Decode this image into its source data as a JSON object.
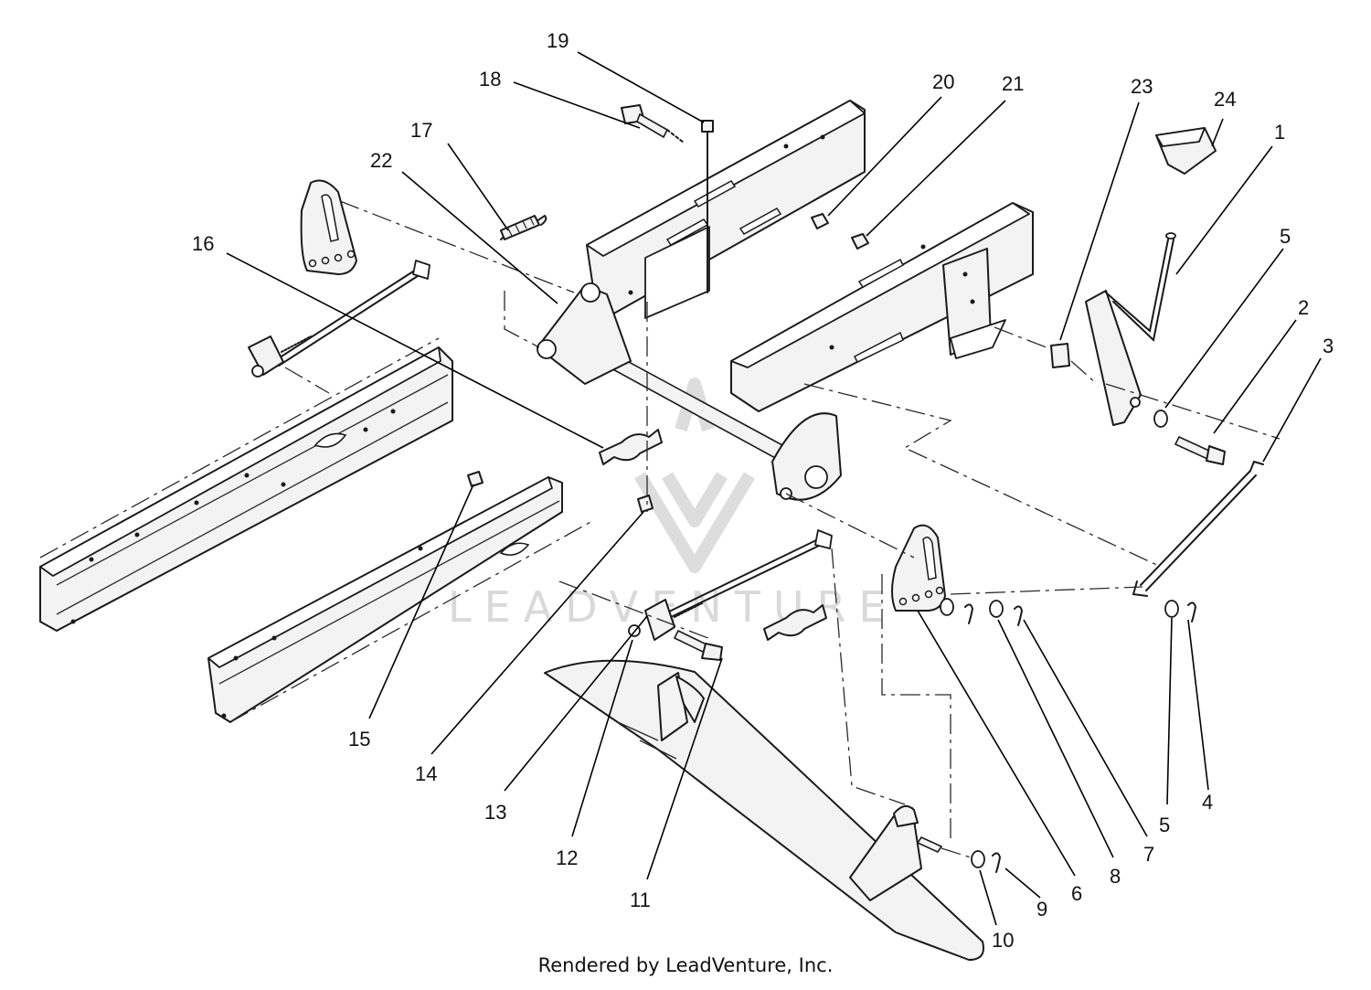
{
  "footer_text": "Rendered by LeadVenture, Inc.",
  "watermark_text": "LEADVENTURE",
  "colors": {
    "line": "#1a1a1a",
    "fill": "#f3f3f3",
    "watermark": "#d9d9d9"
  },
  "callouts": [
    "1",
    "2",
    "3",
    "4",
    "5",
    "5",
    "6",
    "7",
    "8",
    "9",
    "10",
    "11",
    "12",
    "13",
    "14",
    "15",
    "16",
    "17",
    "18",
    "19",
    "20",
    "21",
    "22",
    "23",
    "24"
  ]
}
